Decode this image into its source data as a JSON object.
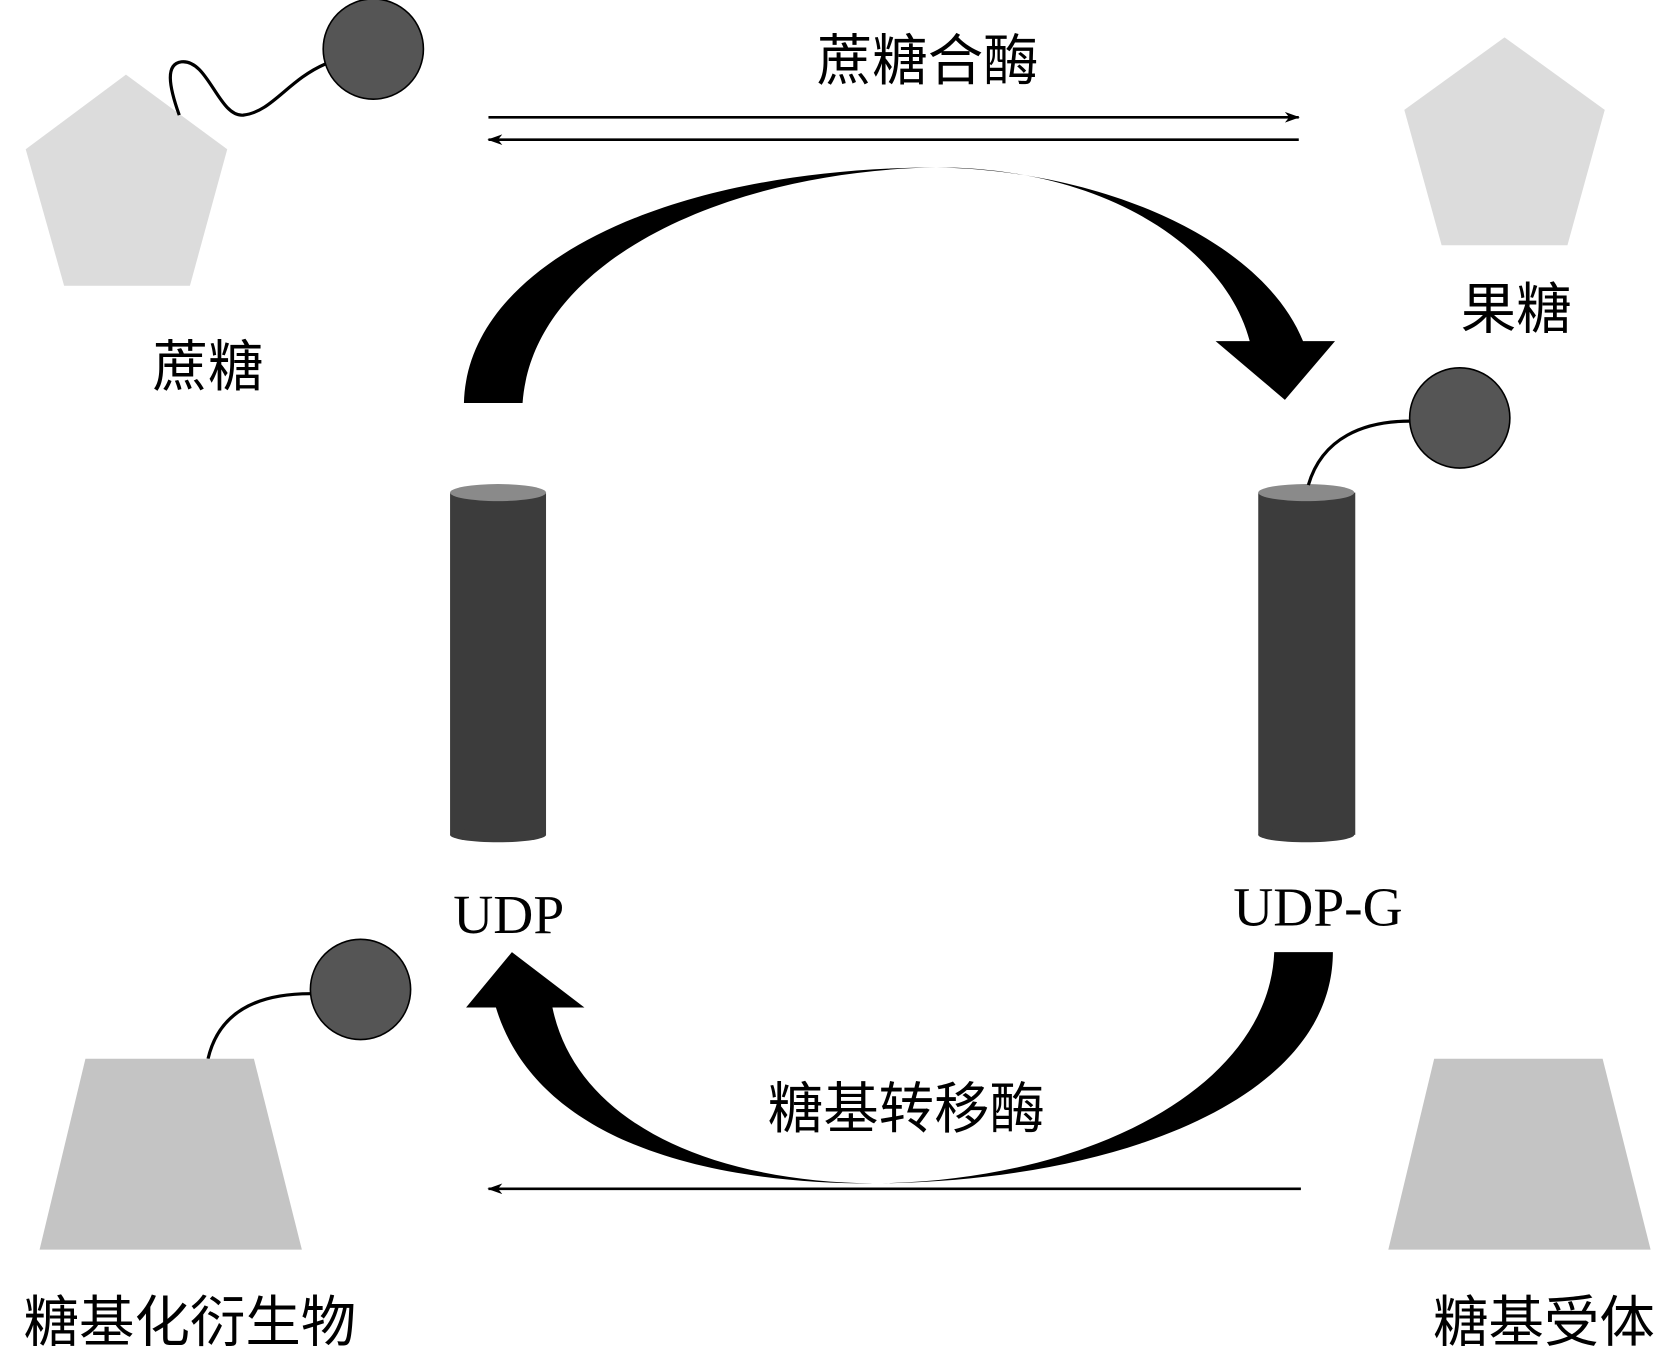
{
  "labels": {
    "sucrose": "蔗糖",
    "fructose": "果糖",
    "sucrose_synthase": "蔗糖合酶",
    "udp": "UDP",
    "udp_g": "UDP-G",
    "glycosyltransferase": "糖基转移酶",
    "glycosylated_derivative": "糖基化衍生物",
    "glycosyl_acceptor": "糖基受体"
  },
  "colors": {
    "pentagon": "#dcdcdc",
    "trapezoid": "#c4c4c4",
    "ball": "#555555",
    "cylinder_body": "#3c3c3c",
    "cylinder_top": "#8a8a8a",
    "arrow": "#000000"
  }
}
